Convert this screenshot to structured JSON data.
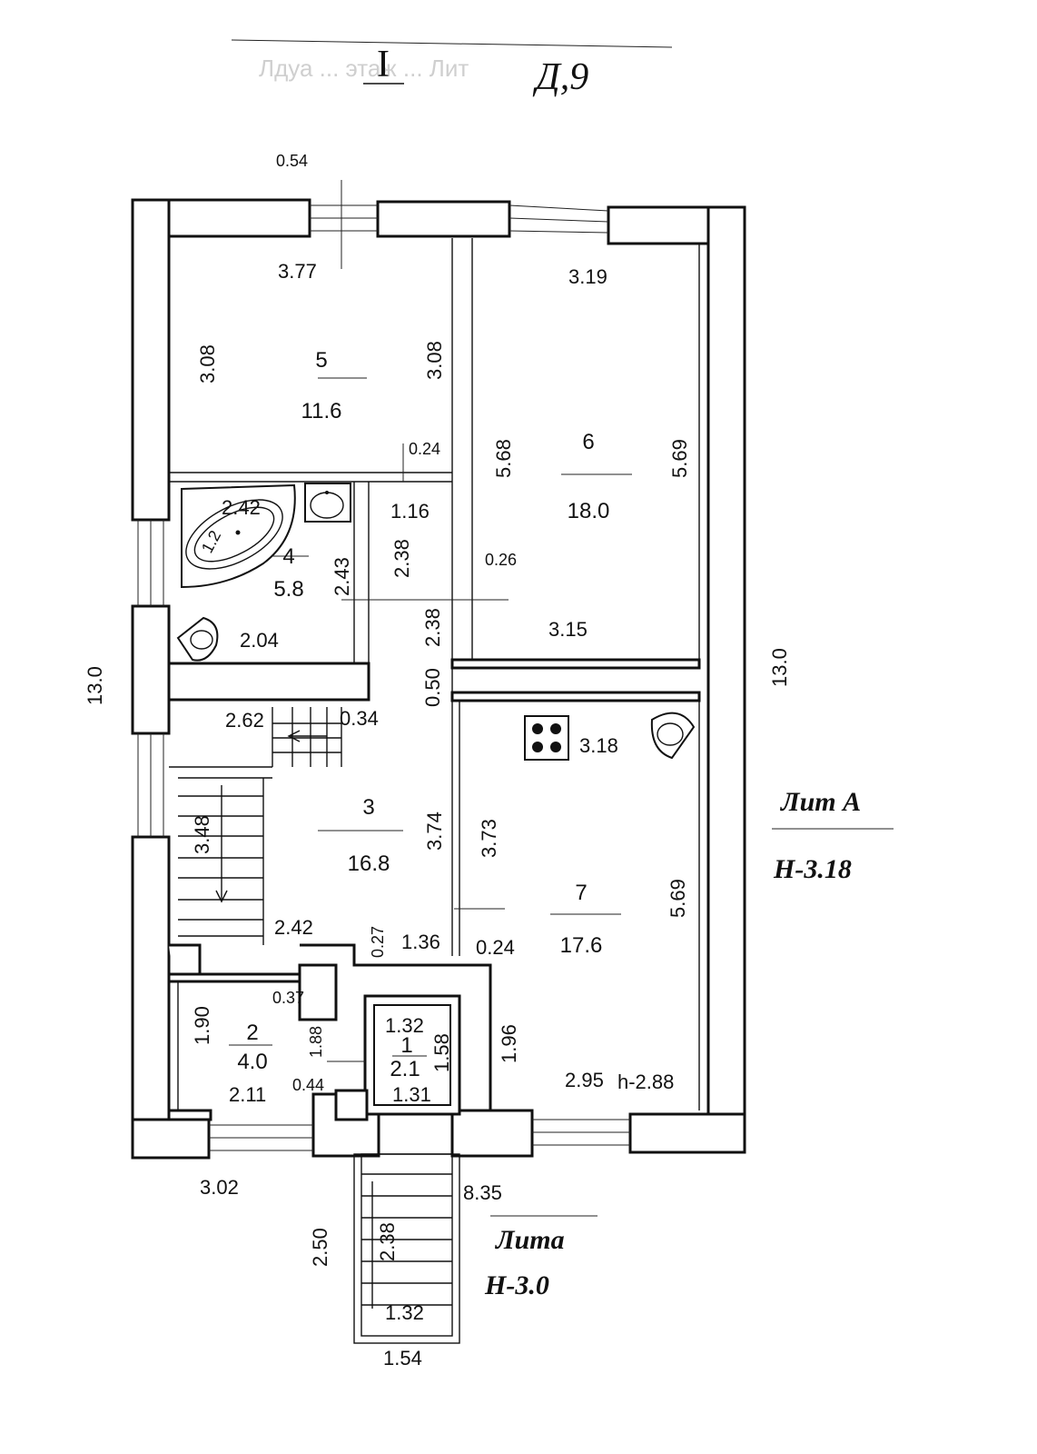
{
  "header": {
    "faint_text": "Лдуа ... этаж ... Лит",
    "floor_numeral": "I",
    "signature": "Д,9"
  },
  "rooms": [
    {
      "number": "5",
      "area": "11.6"
    },
    {
      "number": "6",
      "area": "18.0"
    },
    {
      "number": "4",
      "area": "5.8"
    },
    {
      "number": "3",
      "area": "16.8"
    },
    {
      "number": "7",
      "area": "17.6"
    },
    {
      "number": "2",
      "area": "4.0"
    },
    {
      "number": "1",
      "area": "2.1"
    }
  ],
  "dimensions": [
    "0.54",
    "3.77",
    "3.19",
    "3.08",
    "3.08",
    "0.24",
    "5.68",
    "5.69",
    "2.42",
    "1.2",
    "1.16",
    "2.43",
    "2.38",
    "0.26",
    "2.38",
    "3.15",
    "2.04",
    "0.50",
    "2.62",
    "0.34",
    "3.18",
    "3.48",
    "3.74",
    "3.73",
    "5.69",
    "2.42",
    "0.27",
    "1.36",
    "0.24",
    "0.37",
    "1.32",
    "1.90",
    "1.88",
    "1.58",
    "1.96",
    "0.44",
    "2.11",
    "1.31",
    "2.95",
    "h-2.88",
    "3.02",
    "8.35",
    "2.50",
    "2.38",
    "1.32",
    "1.54",
    "13.0",
    "13.0"
  ],
  "labels": {
    "lit_a": "Лит А",
    "height_a": "Н-3.18",
    "lit_a_sub": "Лита",
    "height_a_sub": "Н-3.0"
  }
}
